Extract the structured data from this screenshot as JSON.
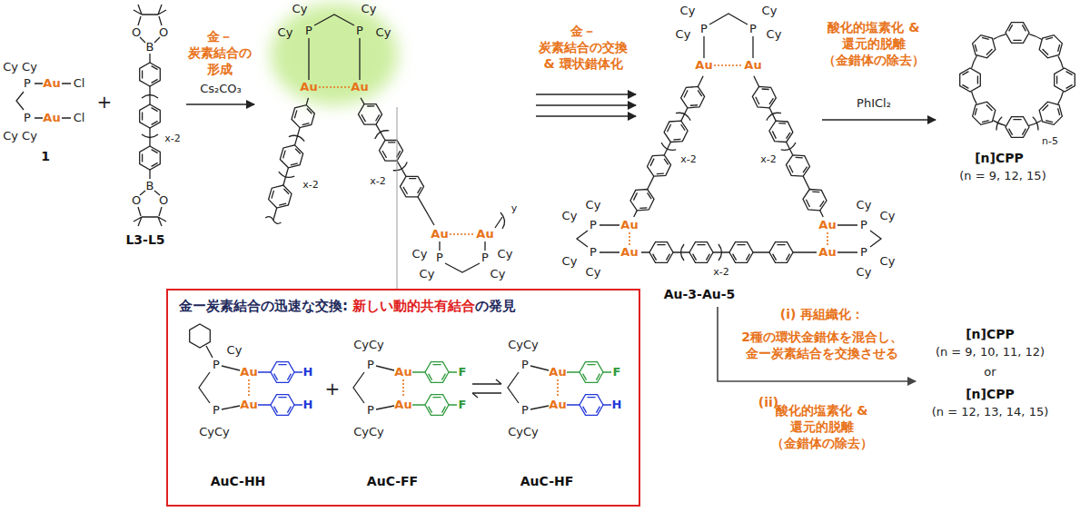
{
  "diagram": {
    "nodes": [
      {
        "text": [
          "金ー炭素結合の迅速な交換:",
          "新しい動的共有結合",
          "の発見"
        ]
      }
    ],
    "labels": [
      "Cy Cy",
      "P",
      "Au",
      "Cl",
      "P",
      "Au",
      "Cl",
      "Cy Cy",
      "1",
      "+",
      "O",
      "O",
      "B",
      "x-2",
      "B",
      "O",
      "O",
      "L3-L5",
      "金－炭素結合の 形成",
      "Cs₂CO₃",
      "Cy",
      "Cy",
      "P",
      "P",
      "Cy",
      "Cy",
      "Au",
      "Au",
      "x-2",
      "x-2",
      "Au",
      "Au",
      "y",
      "Cy",
      "Cy",
      "P",
      "P",
      "Cy",
      "Cy",
      "金－炭素結合の交換 & 環状錯体化",
      "Cy",
      "Cy",
      "P",
      "P",
      "Cy",
      "Cy",
      "Au",
      "Au",
      "x-2",
      "x-2",
      "Au",
      "Au",
      "P",
      "P",
      "Cy",
      "Cy",
      "Cy",
      "Cy",
      "Au",
      "Au",
      "P",
      "P",
      "Cy",
      "Cy",
      "Cy",
      "Cy",
      "x-2",
      "Au-3-Au-5",
      "酸化的塩素化 & 還元的脱離 （金錯体の除去）",
      "PhICl₂",
      "n-5",
      "[n]CPP",
      "(n = 9, 12, 15)",
      "Cy",
      "P",
      "Au",
      "H",
      "P",
      "Au",
      "H",
      "CyCy",
      "AuC-HH",
      "+",
      "CyCy",
      "P",
      "Au",
      "F",
      "P",
      "Au",
      "F",
      "CyCy",
      "AuC-FF",
      "CyCy",
      "P",
      "Au",
      "F",
      "P",
      "Au",
      "H",
      "CyCy",
      "AuC-HF",
      "(i) 再組織化：",
      "2種の環状金錯体を混合し、 金ー炭素結合を交換させる",
      "(ii)",
      "酸化的塩素化 & 還元的脱離 （金錯体の除去）",
      "[n]CPP",
      "(n = 9, 10, 11, 12)",
      "or",
      "[n]CPP",
      "(n = 12, 13, 14, 15)"
    ]
  }
}
